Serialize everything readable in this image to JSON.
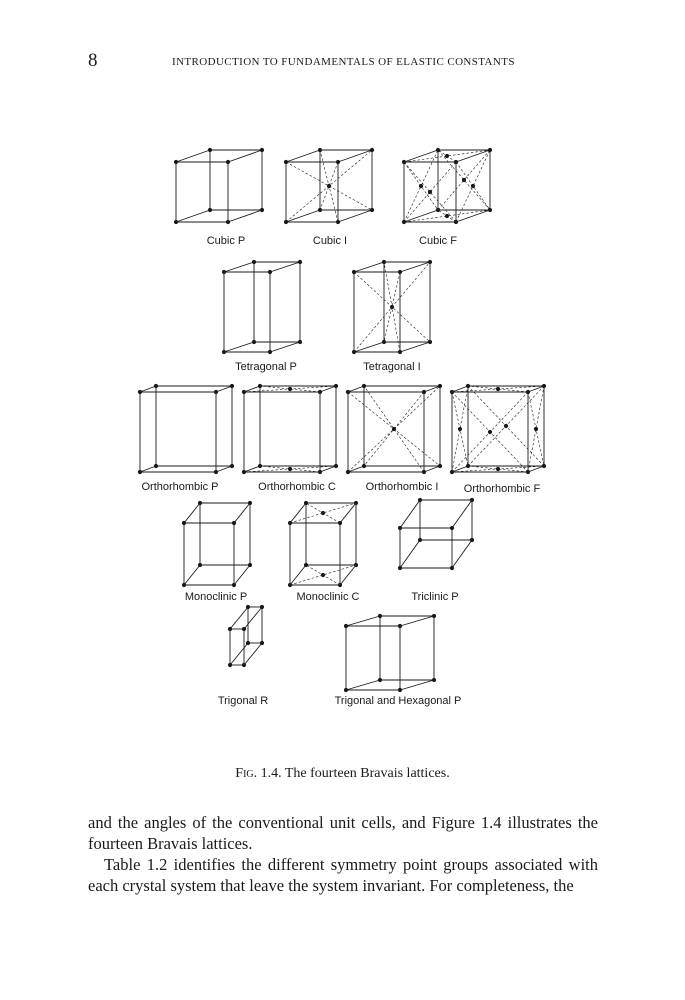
{
  "header": {
    "page_number": "8",
    "running_head": "INTRODUCTION TO FUNDAMENTALS OF ELASTIC CONSTANTS"
  },
  "figure": {
    "caption_prefix": "Fig. 1.4.",
    "caption_text": "The fourteen Bravais lattices.",
    "lattices": [
      {
        "name": "Cubic P"
      },
      {
        "name": "Cubic I"
      },
      {
        "name": "Cubic F"
      },
      {
        "name": "Tetragonal P"
      },
      {
        "name": "Tetragonal I"
      },
      {
        "name": "Orthorhombic P"
      },
      {
        "name": "Orthorhombic C"
      },
      {
        "name": "Orthorhombic I"
      },
      {
        "name": "Orthorhombic F"
      },
      {
        "name": "Monoclinic P"
      },
      {
        "name": "Monoclinic C"
      },
      {
        "name": "Triclinic P"
      },
      {
        "name": "Trigonal R"
      },
      {
        "name": "Trigonal and Hexagonal P"
      }
    ]
  },
  "body": {
    "paragraph_1": "and the angles of the conventional unit cells, and Figure 1.4 illustrates the fourteen Bravais lattices.",
    "paragraph_2": "Table 1.2 identifies the different symmetry point groups associated with each crystal system that leave the system invariant. For completeness, the"
  }
}
